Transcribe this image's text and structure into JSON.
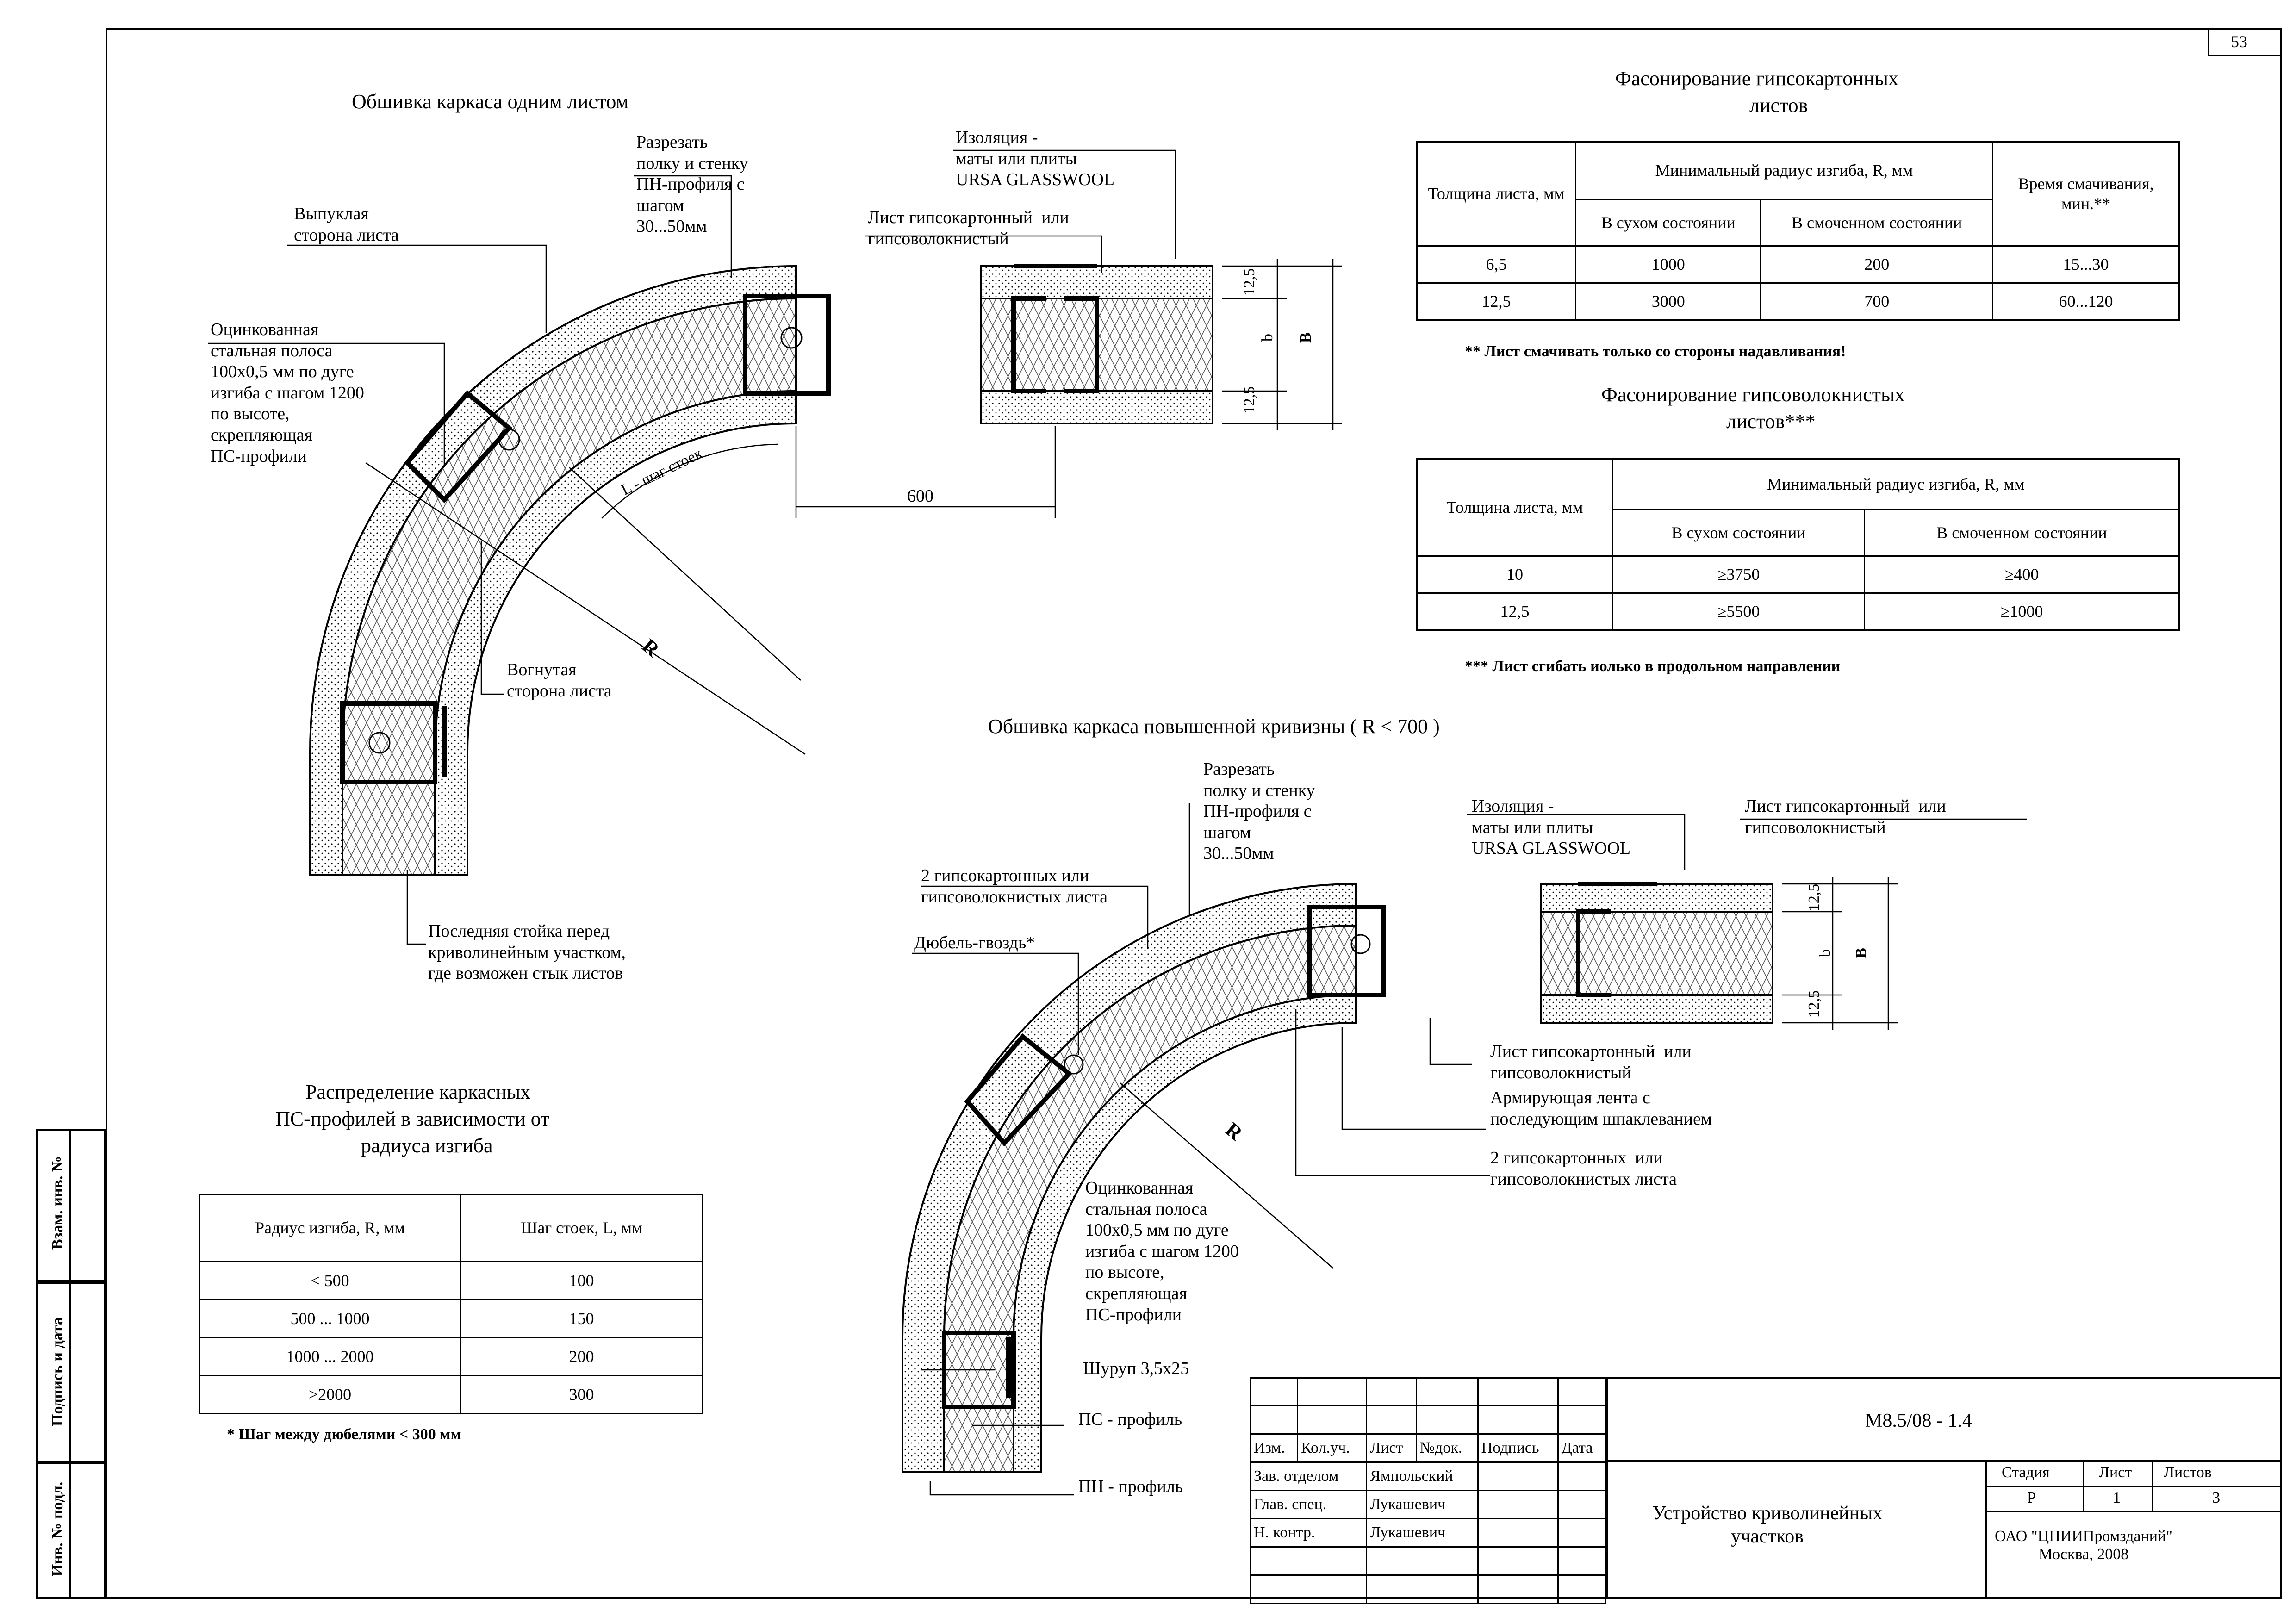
{
  "sheet_number": "53",
  "titles": {
    "single_sheet": "Обшивка каркаса одним листом",
    "high_curvature": "Обшивка каркаса повышенной кривизны ( R < 700 )",
    "gkl_table_l1": "Фасонирование гипсокартонных",
    "gkl_table_l2": "листов",
    "gvl_table_l1": "Фасонирование гипсоволокнистых",
    "gvl_table_l2": "листов***",
    "dist_table_l1": "Распределение каркасных",
    "dist_table_l2": "ПС-профилей в зависимости от",
    "dist_table_l3": "радиуса изгиба"
  },
  "gkl_table": {
    "h_thickness": "Толщина листа, мм",
    "h_min_radius": "Минимальный радиус изгиба, R, мм",
    "h_dry": "В сухом состоянии",
    "h_wet": "В смоченном состоянии",
    "h_time": "Время смачивания, мин.**",
    "rows": [
      {
        "t": "6,5",
        "dry": "1000",
        "wet": "200",
        "time": "15...30"
      },
      {
        "t": "12,5",
        "dry": "3000",
        "wet": "700",
        "time": "60...120"
      }
    ],
    "note": "** Лист смачивать только со стороны надавливания!"
  },
  "gvl_table": {
    "h_thickness": "Толщина листа, мм",
    "h_min_radius": "Минимальный радиус изгиба, R, мм",
    "h_dry": "В сухом состоянии",
    "h_wet": "В смоченном состоянии",
    "rows": [
      {
        "t": "10",
        "dry": "≥3750",
        "wet": "≥400"
      },
      {
        "t": "12,5",
        "dry": "≥5500",
        "wet": "≥1000"
      }
    ],
    "note": "*** Лист сгибать иолько в продольном направлении"
  },
  "dist_table": {
    "h_radius": "Радиус изгиба, R, мм",
    "h_step": "Шаг стоек, L, мм",
    "rows": [
      {
        "r": "< 500",
        "s": "100"
      },
      {
        "r": "500 ... 1000",
        "s": "150"
      },
      {
        "r": "1000 ... 2000",
        "s": "200"
      },
      {
        "r": ">2000",
        "s": "300"
      }
    ],
    "note": "* Шаг между дюбелями < 300 мм"
  },
  "labels_top": {
    "convex": "Выпуклая\nсторона листа",
    "strip": "Оцинкованная\nстальная полоса\n100х0,5 мм по дуге\nизгиба с шагом 1200\nпо высоте,\nскрепляющая\nПС-профили",
    "cut": "Разрезать\nполку и стенку\nПН-профиля с\nшагом\n30...50мм",
    "insulation": "Изоляция -\nматы или плиты\nURSA GLASSWOOL",
    "sheet": "Лист гипсокартонный  или\nгипсоволокнистый",
    "concave": "Вогнутая\nсторона листа",
    "last_stud": "Последняя стойка перед\nкриволинейным участком,\nгде возможен стык листов",
    "step": "L - шаг стоек",
    "r": "R",
    "dim_600": "600",
    "dim_125a": "12,5",
    "dim_125b": "12,5",
    "dim_b": "b",
    "dim_B": "B"
  },
  "labels_bottom": {
    "cut": "Разрезать\nполку и стенку\nПН-профиля с\nшагом\n30...50мм",
    "insulation": "Изоляция -\nматы или плиты\nURSA GLASSWOOL",
    "sheet_top": "Лист гипсокартонный  или\nгипсоволокнистый",
    "two_sheets": "2 гипсокартонных или\nгипсоволокнистых листа",
    "dowel": "Дюбель-гвоздь*",
    "sheet_mid": "Лист гипсокартонный  или\nгипсоволокнистый",
    "tape": "Армирующая лента с\nпоследующим шпаклеванием",
    "two_sheets_b": "2 гипсокартонных  или\nгипсоволокнистых листа",
    "strip": "Оцинкованная\nстальная полоса\n100х0,5 мм по дуге\nизгиба с шагом 1200\nпо высоте,\nскрепляющая\nПС-профили",
    "screw": "Шуруп 3,5х25",
    "ps": "ПС - профиль",
    "pn": "ПН - профиль",
    "r": "R",
    "dim_125a": "12,5",
    "dim_125b": "12,5",
    "dim_b": "b",
    "dim_B": "B"
  },
  "side_stamp": {
    "inv_replace": "Взам. инв. №",
    "sign_date": "Подпись и дата",
    "inv_orig": "Инв. № подл."
  },
  "title_block": {
    "code": "М8.5/08 - 1.4",
    "h_izm": "Изм.",
    "h_kol": "Кол.уч.",
    "h_list": "Лист",
    "h_ndok": "№док.",
    "h_podp": "Подпись",
    "h_data": "Дата",
    "r1_role": "Зав. отделом",
    "r1_name": "Ямпольский",
    "r2_role": "Глав. спец.",
    "r2_name": "Лукашевич",
    "r3_role": "Н. контр.",
    "r3_name": "Лукашевич",
    "title": "Устройство криволинейных\nучастков",
    "h_stage": "Стадия",
    "h_sheet": "Лист",
    "h_sheets": "Листов",
    "stage": "Р",
    "sheet": "1",
    "sheets": "3",
    "org": "ОАО \"ЦНИИПромзданий\"\nМосква, 2008"
  }
}
